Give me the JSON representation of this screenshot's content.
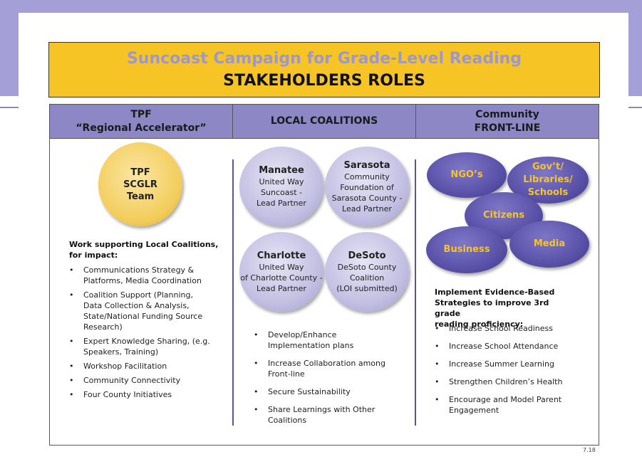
{
  "title": {
    "line1": "Suncoast Campaign for Grade-Level Reading",
    "line2": "STAKEHOLDERS ROLES"
  },
  "columns": [
    {
      "line1": "TPF",
      "line2": "“Regional Accelerator”"
    },
    {
      "line1": "LOCAL COALITIONS",
      "line2": ""
    },
    {
      "line1": "Community",
      "line2": "FRONT-LINE"
    }
  ],
  "tpf": {
    "circle": {
      "line1": "TPF",
      "line2": "SCGLR",
      "line3": "Team"
    },
    "list_title_1": "Work supporting Local Coalitions,",
    "list_title_2": "for impact:",
    "items": [
      "Communications Strategy & Platforms, Media Coordination",
      "Coalition Support (Planning, Data Collection & Analysis, State/National Funding Source Research)",
      "Expert Knowledge Sharing, (e.g. Speakers, Training)",
      "Workshop Facilitation",
      "Community Connectivity",
      "Four County Initiatives"
    ]
  },
  "coalitions": {
    "circles": [
      {
        "name": "Manatee",
        "l1": "United Way",
        "l2": "Suncoast -",
        "l3": "Lead Partner",
        "l4": ""
      },
      {
        "name": "Sarasota",
        "l1": "Community",
        "l2": "Foundation of",
        "l3": "Sarasota County -",
        "l4": "Lead Partner"
      },
      {
        "name": "Charlotte",
        "l1": "United Way",
        "l2": "of Charlotte County -",
        "l3": "Lead Partner",
        "l4": ""
      },
      {
        "name": "DeSoto",
        "l1": "DeSoto County",
        "l2": "Coalition",
        "l3": "(LOI submitted)",
        "l4": ""
      }
    ],
    "items": [
      "Develop/Enhance Implementation plans",
      "Increase Collaboration among Front-line",
      "Secure Sustainability",
      "Share Learnings with Other Coalitions"
    ]
  },
  "frontline": {
    "ellipses": {
      "ngo": "NGO’s",
      "gov_1": "Gov’t/",
      "gov_2": "Libraries/",
      "gov_3": "Schools",
      "citizens": "Citizens",
      "business": "Business",
      "media": "Media"
    },
    "list_title_1": "Implement Evidence-Based",
    "list_title_2": "Strategies to improve 3rd grade",
    "list_title_3": "reading proficiency:",
    "items": [
      "Increase School Readiness",
      "Increase School Attendance",
      "Increase Summer Learning",
      "Strengthen Children’s Health",
      "Encourage and Model Parent Engagement"
    ]
  },
  "page_number": "7.18",
  "colors": {
    "band": "#a59fd8",
    "title_bg": "#f6c425",
    "title_accent": "#9d97cf",
    "header_bg": "#8d87c6",
    "ellipse": "#5a52a8"
  }
}
